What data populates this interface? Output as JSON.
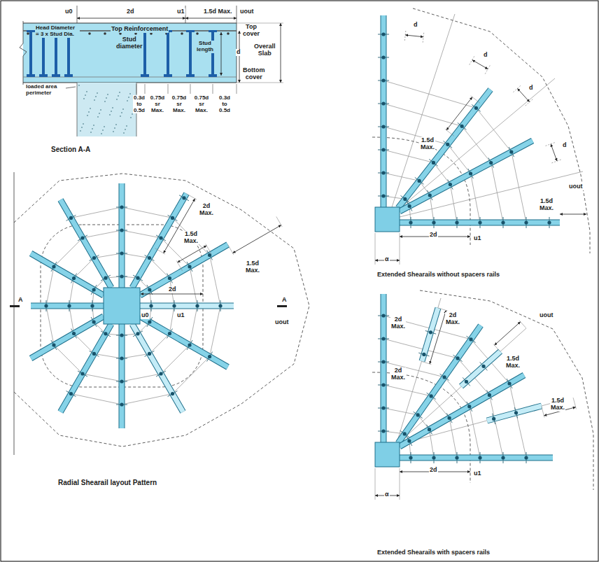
{
  "diagram": {
    "labels": [
      "u0",
      "2d",
      "u1",
      "1.5d Max.",
      "uout",
      "Head Diameter = 3 x Stud Dia.",
      "Top Reinforcement",
      "Stud diameter",
      "Stud length",
      "Top cover",
      "d",
      "Overall Slab",
      "Bottom cover",
      "loaded area perimeter",
      "0.3d to 0.5d",
      "0.75d sr Max.",
      "0.75d sr Max.",
      "0.75d sr Max.",
      "0.3d to 0.5d",
      "Section A-A",
      "2d Max.",
      "1.5d Max.",
      "1.5d Max.",
      "2d",
      "A",
      "A",
      "u0",
      "u1",
      "uout",
      "Radial Shearail layout Pattern",
      "d",
      "d",
      "d",
      "d",
      "1.5d Max.",
      "1.5d Max.",
      "uout",
      "2d",
      "u1",
      "α",
      "Extended Shearails without spacers rails",
      "2d Max.",
      "2d Max.",
      "uout",
      "2d Max.",
      "1.5d Max.",
      "1.5d Max.",
      "2d",
      "u1",
      "α",
      "Extended Shearails with spacers rails"
    ]
  }
}
